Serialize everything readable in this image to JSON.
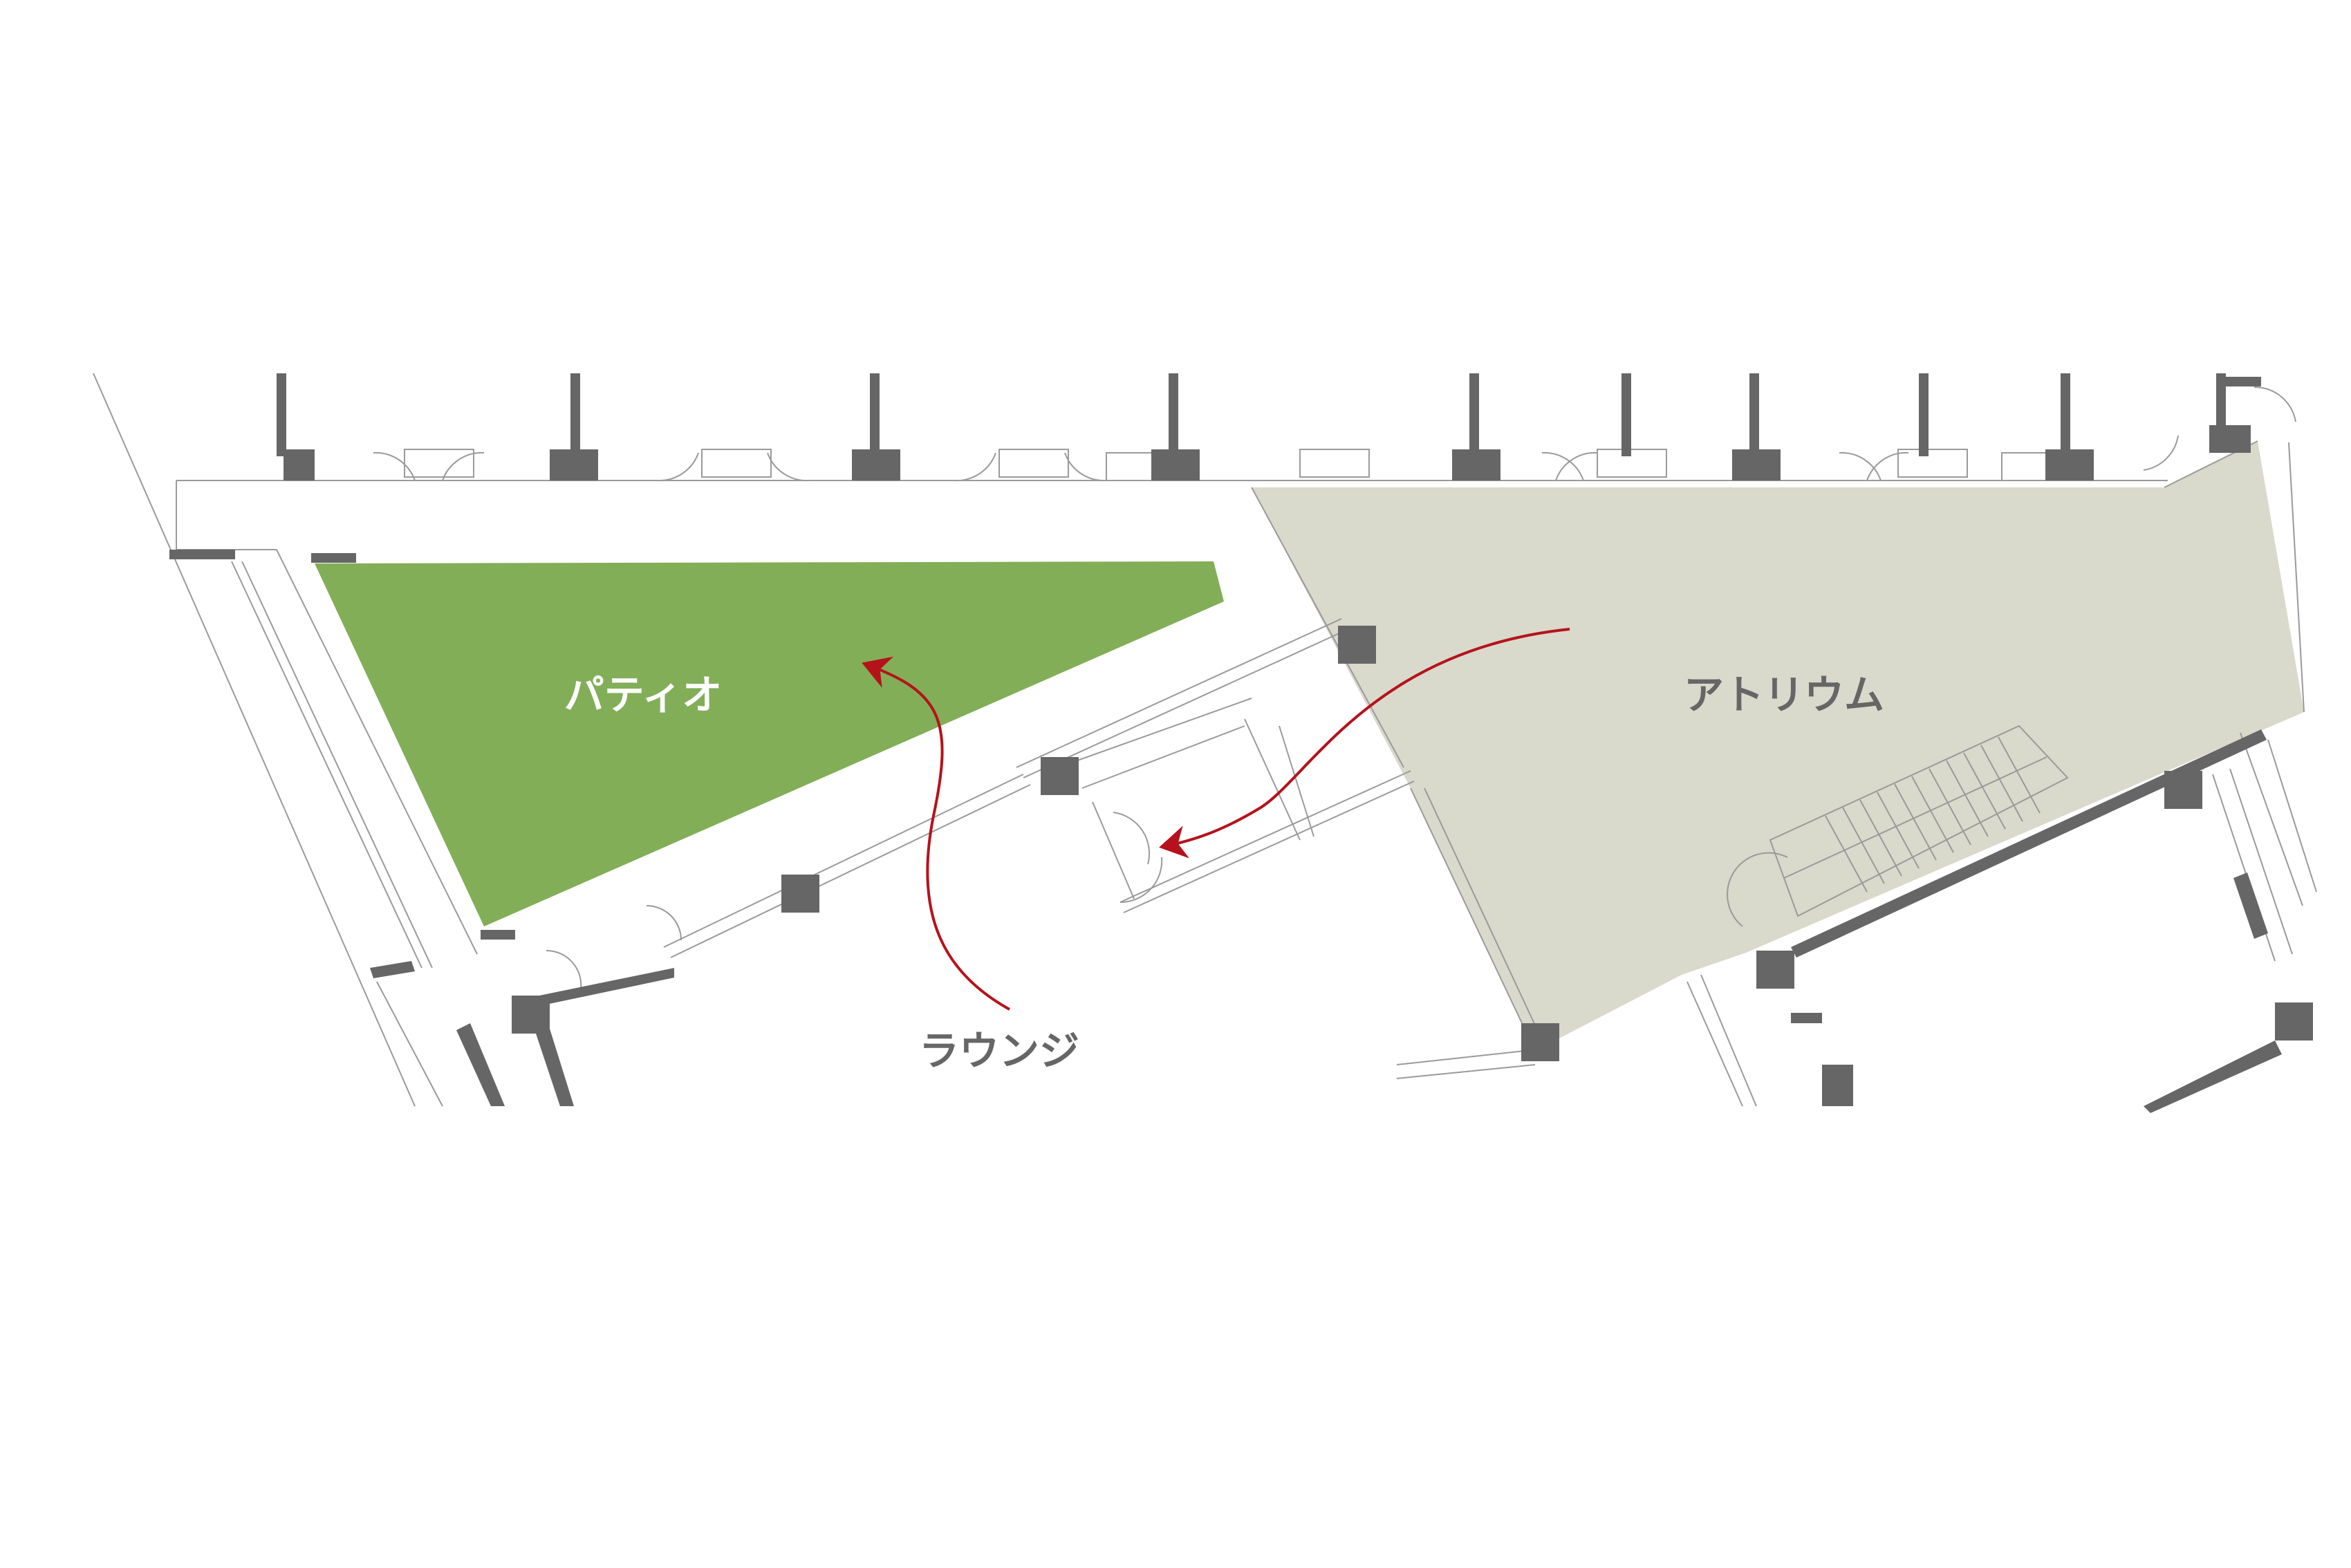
{
  "labels": {
    "patio": "パティオ",
    "atrium": "アトリウム",
    "lounge": "ラウンジ"
  },
  "colors": {
    "patio_fill": "#82ae58",
    "atrium_fill": "#d9d9cc",
    "wall": "#666666",
    "line": "#9a9a9a",
    "arrow": "#b5121b",
    "label_light": "#ffffff",
    "label_dark": "#666666"
  }
}
